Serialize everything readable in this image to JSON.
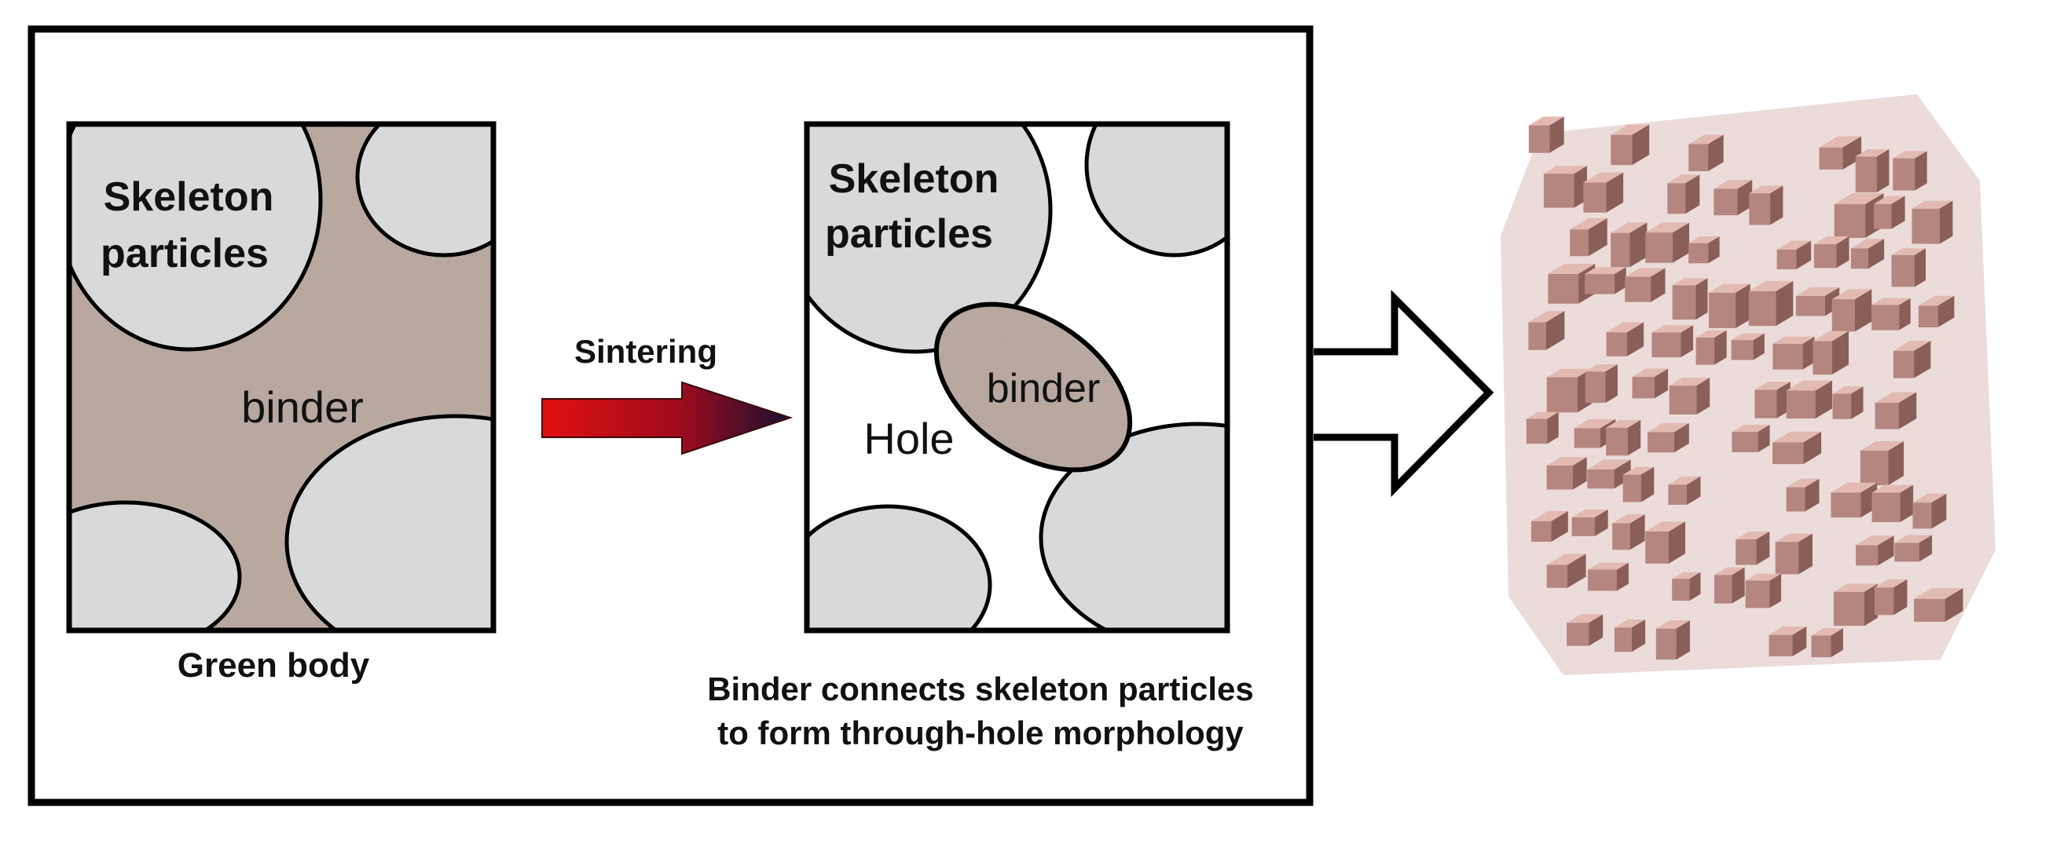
{
  "left_panel": {
    "skeleton_label_line1": "Skeleton",
    "skeleton_label_line2": "particles",
    "binder_label": "binder",
    "caption": "Green body"
  },
  "process": {
    "arrow_label": "Sintering"
  },
  "right_panel": {
    "skeleton_label_line1": "Skeleton",
    "skeleton_label_line2": "particles",
    "binder_label": "binder",
    "hole_label": "Hole",
    "caption_line1": "Binder connects skeleton particles",
    "caption_line2": "to form through-hole morphology"
  },
  "colors": {
    "particle_fill": "#d9d9d9",
    "binder_fill": "#b3a299",
    "arrow_start": "#e01010",
    "arrow_end": "#1a1030",
    "structure_fill": "#c49a92"
  }
}
